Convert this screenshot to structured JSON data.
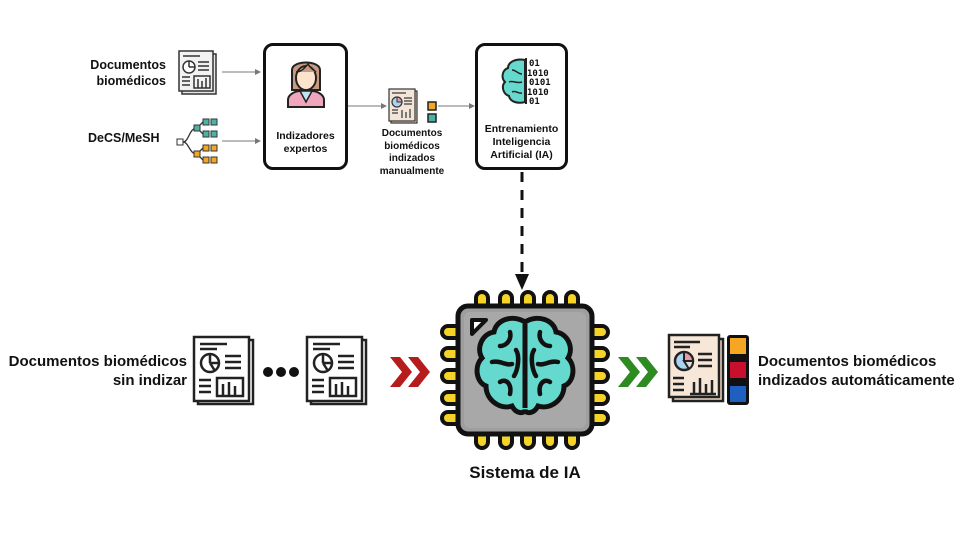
{
  "top_flow": {
    "input_docs_label_line1": "Documentos",
    "input_docs_label_line2": "biomédicos",
    "decs_label": "DeCS/MeSH",
    "experts_box": {
      "line1": "Indizadores",
      "line2": "expertos"
    },
    "manual_docs": {
      "line1": "Documentos",
      "line2": "biomédicos",
      "line3": "indizados",
      "line4": "manualmente"
    },
    "training_box": {
      "line1": "Entrenamiento",
      "line2": "Inteligencia",
      "line3": "Artificial (IA)"
    },
    "binary_lines": [
      "01",
      "1010",
      "0101",
      "1010",
      "01"
    ]
  },
  "bottom_flow": {
    "input_label_line1": "Documentos biomédicos",
    "input_label_line2": "sin indizar",
    "system_label": "Sistema de IA",
    "output_label_line1": "Documentos biomédicos",
    "output_label_line2": "indizados automáticamente"
  },
  "colors": {
    "brain": "#66d9cf",
    "chip": "#9e9e9e",
    "pins": "#f5d327",
    "red_chevron": "#b71c1c",
    "green_chevron": "#2e8b22",
    "tag_orange": "#f5a623",
    "tag_red": "#c8102e",
    "tag_blue": "#1f5fbf",
    "tag_teal": "#4ab3a8"
  }
}
